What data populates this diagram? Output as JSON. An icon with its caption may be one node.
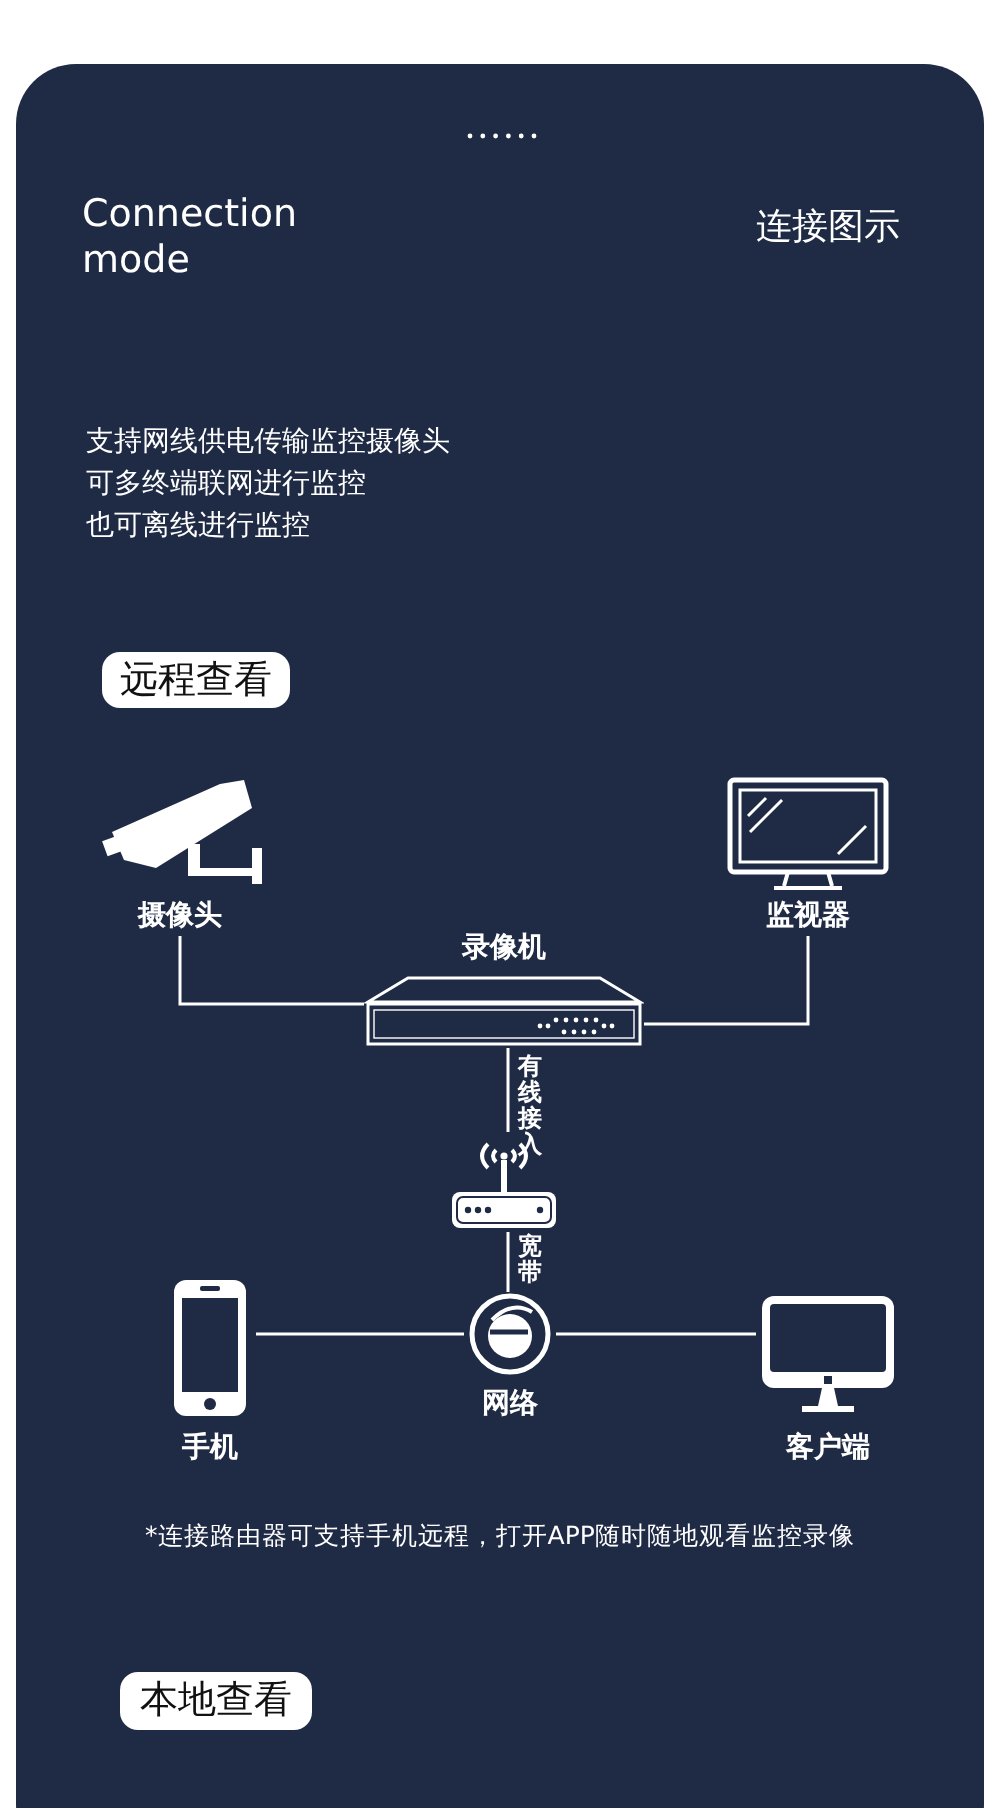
{
  "diagram": {
    "title": "Connection mode",
    "nodes": [
      {
        "text": [
          "远程查看"
        ]
      },
      {
        "text": [
          "摄像头"
        ]
      },
      {
        "text": [
          "监视器"
        ]
      },
      {
        "text": [
          "录像机"
        ]
      },
      {
        "text": [],
        "shape": "router"
      },
      {
        "text": [
          "网络"
        ]
      },
      {
        "text": [
          "手机"
        ]
      },
      {
        "text": [
          "客户端"
        ]
      },
      {
        "text": [
          "本地查看"
        ]
      }
    ],
    "edges": [
      {
        "from": 1,
        "to": 3,
        "arrow": "none"
      },
      {
        "from": 2,
        "to": 3,
        "arrow": "none"
      },
      {
        "from": 3,
        "to": 4,
        "arrow": "none",
        "label": "有线接入"
      },
      {
        "from": 4,
        "to": 5,
        "arrow": "none",
        "label": "宽带"
      },
      {
        "from": 6,
        "to": 5,
        "arrow": "none"
      },
      {
        "from": 5,
        "to": 7,
        "arrow": "none"
      }
    ],
    "labels": [
      "连接图示",
      "支持网线供电传输监控摄像头",
      "可多终端联网进行监控",
      "也可离线进行监控",
      "*连接路由器可支持手机远程，打开APP随时随地观看监控录像"
    ]
  }
}
